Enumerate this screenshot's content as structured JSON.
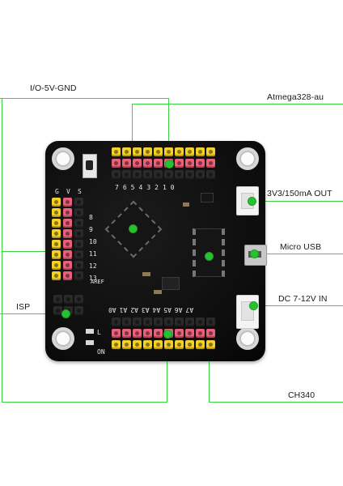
{
  "labels": {
    "io_5v_gnd": "I/O-5V-GND",
    "atmega": "Atmega328-au",
    "out_3v3": "3V3/150mA OUT",
    "micro_usb": "Micro USB",
    "dc_in": "DC 7-12V IN",
    "isp": "ISP",
    "ch340": "CH340"
  },
  "silkscreen": {
    "top_pins": [
      "7",
      "6",
      "5",
      "4",
      "3",
      "2",
      "1",
      "0"
    ],
    "bottom_pins": [
      "A0",
      "A1",
      "A2",
      "A3",
      "A4",
      "A5",
      "A6",
      "A7"
    ],
    "left_pins": [
      "8",
      "9",
      "10",
      "11",
      "12",
      "13"
    ],
    "g_v_s": [
      "G",
      "V",
      "S"
    ],
    "aref": "AREF",
    "on": "ON",
    "l": "L"
  },
  "colors": {
    "callout_line": "#39d33f",
    "header_yellow": "#f2d12a",
    "header_red": "#e9607a",
    "header_black": "#2a2a2a",
    "board": "#0d0d0d"
  }
}
